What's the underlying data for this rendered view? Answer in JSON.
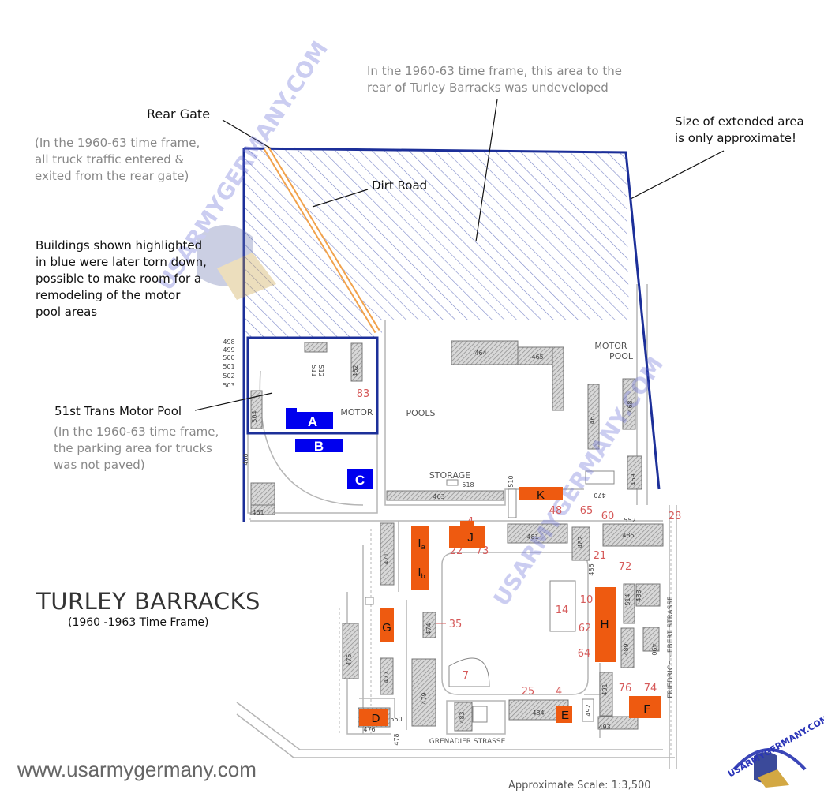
{
  "title": "TURLEY BARRACKS",
  "subtitle": "(1960 -1963 Time Frame)",
  "website": "www.usarmygermany.com",
  "watermark": "USARMYGERMANY.COM",
  "scale": "Approximate Scale: 1:3,500",
  "annotations": {
    "rear_area": "In the 1960-63 time frame, this area to the\nrear of Turley Barracks was undeveloped",
    "rear_gate": "Rear Gate",
    "rear_gate_note": "(In the 1960-63 time frame,\nall truck traffic entered &\nexited from the rear gate)",
    "size_note": "Size of extended area\nis only approximate!",
    "dirt_road": "Dirt Road",
    "blue_buildings": "Buildings shown highlighted\nin blue were later torn down,\npossible to make room for a\nremodeling of the motor\npool areas",
    "motor_pool": "51st Trans Motor Pool",
    "motor_pool_note": "(In the 1960-63 time frame,\nthe parking area for trucks\nwas not paved)"
  },
  "streets": [
    "GRENADIER STRASSE",
    "FRIEDRICH - EBERT  STRASSE"
  ],
  "area_labels": [
    "MOTOR",
    "POOLS",
    "STORAGE",
    "MOTOR",
    "POOL"
  ],
  "blue_tags": [
    "A",
    "B",
    "C"
  ],
  "orange_tags": [
    "D",
    "E",
    "F",
    "G",
    "H",
    "I",
    "J",
    "K"
  ],
  "orange_tag_subs": [
    "a",
    "b"
  ],
  "building_numbers": [
    "498",
    "499",
    "500",
    "501",
    "502",
    "503",
    "504",
    "511",
    "512",
    "462",
    "461",
    "460",
    "464",
    "465",
    "467",
    "468",
    "469",
    "470",
    "463",
    "518",
    "510",
    "481",
    "482",
    "485",
    "552",
    "486",
    "488",
    "514",
    "471",
    "474",
    "475",
    "477",
    "479",
    "483",
    "484",
    "476",
    "550",
    "478",
    "489",
    "490",
    "491",
    "493",
    "492"
  ],
  "red_numbers": [
    "83",
    "48",
    "65",
    "60",
    "28",
    "4",
    "22",
    "73",
    "21",
    "72",
    "10",
    "35",
    "14",
    "62",
    "64",
    "7",
    "25",
    "4",
    "76",
    "74",
    "Ia",
    "Ib"
  ],
  "colors": {
    "blue_highlight": "#0000ee",
    "orange_highlight": "#ee5a10",
    "boundary": "#1c2f99",
    "red_numbers": "#d65a5a"
  }
}
